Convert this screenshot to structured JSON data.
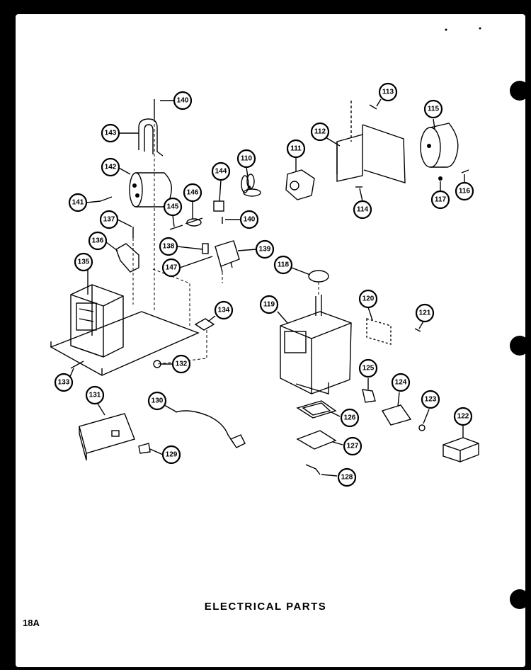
{
  "diagram": {
    "title": "ELECTRICAL PARTS",
    "page_number": "18A",
    "callouts": [
      {
        "label": "140"
      },
      {
        "label": "143"
      },
      {
        "label": "142"
      },
      {
        "label": "141"
      },
      {
        "label": "137"
      },
      {
        "label": "136"
      },
      {
        "label": "135"
      },
      {
        "label": "133"
      },
      {
        "label": "144"
      },
      {
        "label": "146"
      },
      {
        "label": "145"
      },
      {
        "label": "140"
      },
      {
        "label": "138"
      },
      {
        "label": "147"
      },
      {
        "label": "139"
      },
      {
        "label": "134"
      },
      {
        "label": "132"
      },
      {
        "label": "110"
      },
      {
        "label": "111"
      },
      {
        "label": "112"
      },
      {
        "label": "113"
      },
      {
        "label": "114"
      },
      {
        "label": "115"
      },
      {
        "label": "117"
      },
      {
        "label": "116"
      },
      {
        "label": "118"
      },
      {
        "label": "119"
      },
      {
        "label": "120"
      },
      {
        "label": "121"
      },
      {
        "label": "125"
      },
      {
        "label": "124"
      },
      {
        "label": "123"
      },
      {
        "label": "122"
      },
      {
        "label": "126"
      },
      {
        "label": "127"
      },
      {
        "label": "128"
      },
      {
        "label": "130"
      },
      {
        "label": "131"
      },
      {
        "label": "129"
      }
    ]
  }
}
